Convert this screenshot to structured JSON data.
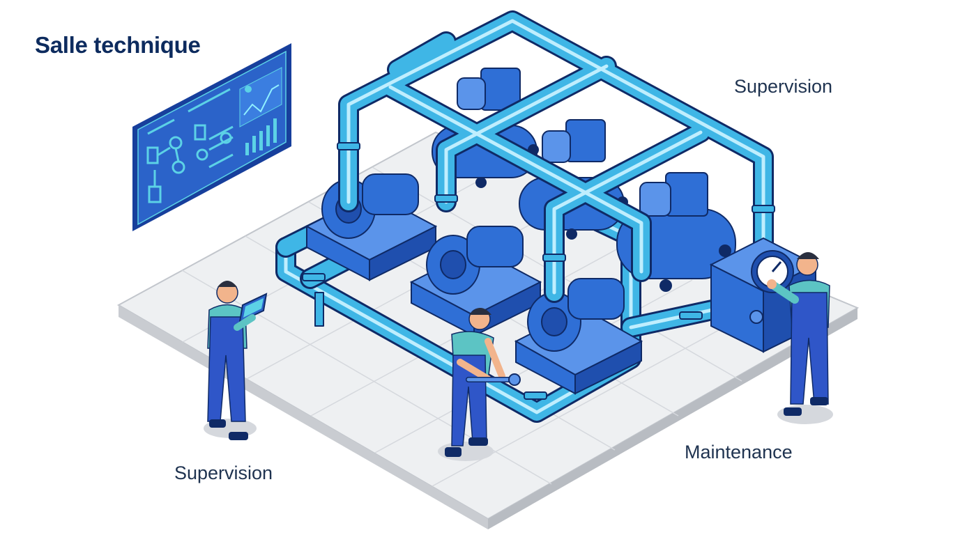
{
  "title": "Salle technique",
  "labels": {
    "supervision_top": "Supervision",
    "supervision_bottom": "Supervision",
    "maintenance": "Maintenance"
  },
  "colors": {
    "title": "#0d2b5e",
    "label": "#1f3350",
    "floor": "#e9ebee",
    "floor_side": "#c9ccd1",
    "pipe": "#3fb6e6",
    "pipe_highlight": "#bfeefe",
    "pipe_dark": "#1f7fc0",
    "machine": "#2f6fd6",
    "machine_dark": "#1f4fae",
    "machine_light": "#5b94ea",
    "outline": "#0f2a66",
    "screen": "#2b63c9",
    "screen_accent": "#5cd2e6",
    "skin": "#f2b48c",
    "shirt": "#5cc4c4",
    "overalls": "#2f56c8",
    "hair": "#2a2f3f"
  },
  "icons": [
    "control-monitor",
    "centrifugal-pump",
    "air-compressor",
    "pressure-gauge",
    "wrench",
    "tablet"
  ]
}
